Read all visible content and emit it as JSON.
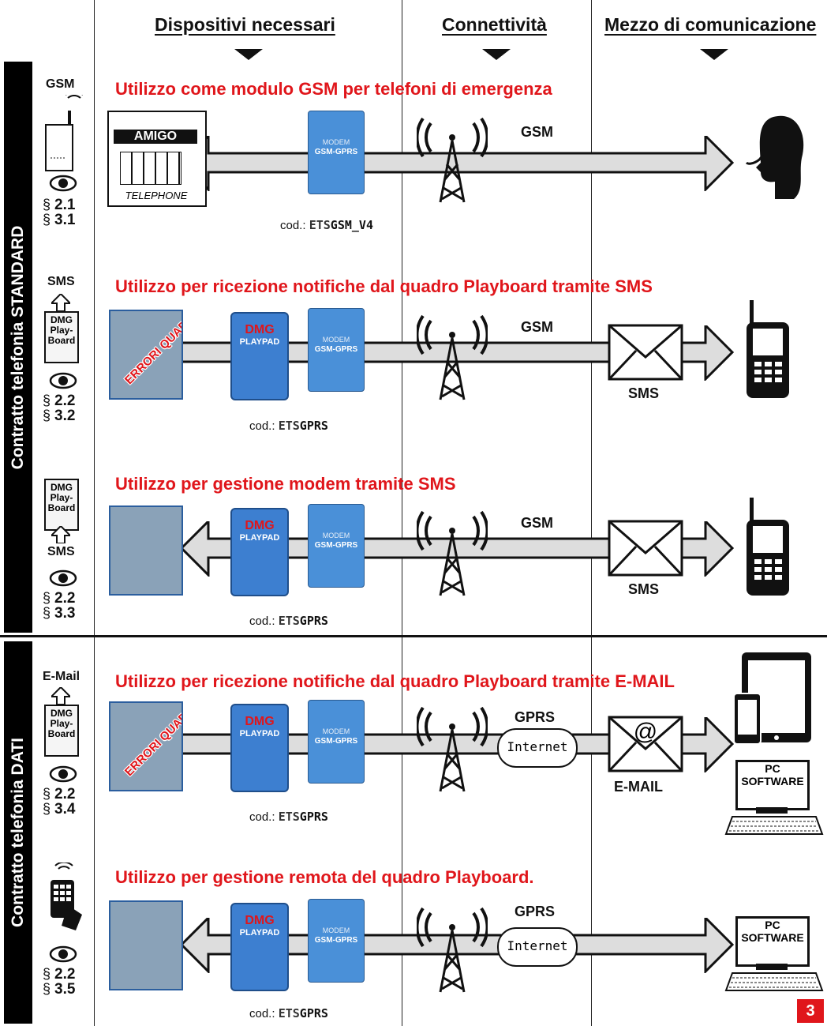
{
  "headers": {
    "devices": "Dispositivi necessari",
    "connectivity": "Connettività",
    "medium": "Mezzo di comunicazione"
  },
  "sidebars": {
    "standard": "Contratto telefonia STANDARD",
    "data": "Contratto telefonia DATI"
  },
  "page_number": "3",
  "rows": [
    {
      "title": "Utilizzo come modulo GSM per telefoni di emergenza",
      "connectivity": "GSM",
      "code_prefix": "cod.:",
      "code_a": "ETS",
      "code_b": "GSM_V4",
      "side_label": "GSM",
      "sections": [
        "§",
        "2.1",
        "§",
        "3.1"
      ],
      "device_label": "AMIGO",
      "device_sub": "TELEPHONE"
    },
    {
      "title": "Utilizzo per ricezione notifiche dal quadro Playboard tramite SMS",
      "connectivity": "GSM",
      "medium": "SMS",
      "code_prefix": "cod.:",
      "code_a": "ETS",
      "code_b": "GPRS",
      "side_label": "SMS",
      "board": "Play-Board",
      "sections": [
        "§",
        "2.2",
        "§",
        "3.2"
      ],
      "error": "ERRORI QUADRO"
    },
    {
      "title": "Utilizzo per gestione modem tramite SMS",
      "connectivity": "GSM",
      "medium": "SMS",
      "code_prefix": "cod.:",
      "code_a": "ETS",
      "code_b": "GPRS",
      "side_label": "SMS",
      "board": "Play-Board",
      "sections": [
        "§",
        "2.2",
        "§",
        "3.3"
      ]
    },
    {
      "title": "Utilizzo per ricezione notifiche dal quadro Playboard tramite E-MAIL",
      "connectivity": "GPRS",
      "cloud": "Internet",
      "medium": "E-MAIL",
      "code_prefix": "cod.:",
      "code_a": "ETS",
      "code_b": "GPRS",
      "side_label": "E-Mail",
      "board": "Play-Board",
      "sections": [
        "§",
        "2.2",
        "§",
        "3.4"
      ],
      "error": "ERRORI QUADRO",
      "pc": "PC SOFTWARE"
    },
    {
      "title": "Utilizzo per gestione remota del quadro Playboard.",
      "connectivity": "GPRS",
      "cloud": "Internet",
      "code_prefix": "cod.:",
      "code_a": "ETS",
      "code_b": "GPRS",
      "sections": [
        "§",
        "2.2",
        "§",
        "3.5"
      ],
      "pc": "PC SOFTWARE"
    }
  ],
  "devices": {
    "modem_small": "MODEM",
    "modem_big": "GSM-GPRS",
    "playpad_logo": "DMG",
    "playpad_name": "PLAYPAD",
    "dmg": "DMG"
  }
}
